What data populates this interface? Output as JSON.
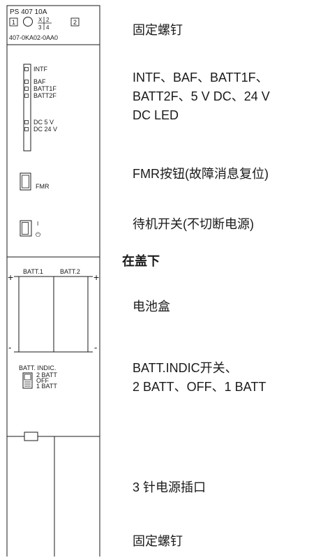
{
  "module": {
    "model": "PS 407 10A",
    "box_left": "1",
    "box_right": "2",
    "fraction_top": "X",
    "fraction_top_right": "2",
    "fraction_bottom_left": "3",
    "fraction_bottom_right": "4",
    "order_number": "407-0KA02-0AA0",
    "led_labels": [
      "INTF",
      "BAF",
      "BATT1F",
      "BATT2F",
      "DC 5 V",
      "DC 24 V"
    ],
    "fmr_label": "FMR",
    "standby_on": "I",
    "standby_off": "⏻",
    "batt1_label": "BATT.1",
    "batt2_label": "BATT.2",
    "plus": "+",
    "minus": "-",
    "batt_indic_label": "BATT. INDIC.",
    "switch_positions": [
      "2 BATT",
      "OFF",
      "1 BATT"
    ]
  },
  "annotations": {
    "top_screw": "固定螺钉",
    "leds": [
      "INTF、BAF、BATT1F、",
      "BATT2F、5 V DC、24 V",
      "DC LED"
    ],
    "fmr_button": "FMR按钮(故障消息复位)",
    "standby_switch": "待机开关(不切断电源)",
    "under_cover": "在盖下",
    "battery_box": "电池盒",
    "batt_indic": [
      "BATT.INDIC开关、",
      "2 BATT、OFF、1 BATT"
    ],
    "power_socket": "3 针电源插口",
    "bottom_screw": "固定螺钉"
  }
}
